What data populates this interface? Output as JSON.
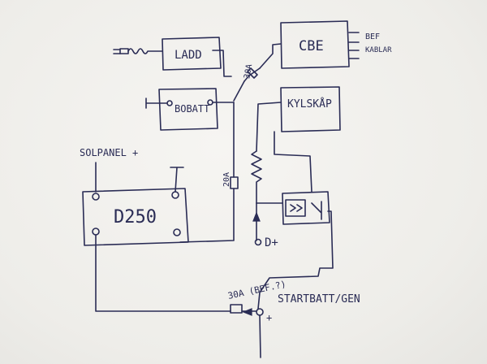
{
  "labels": {
    "ladd": "LADD",
    "cbe": "CBE",
    "bef": "BEF",
    "kablar": "KABLAR",
    "bobatt": "BOBATT",
    "kylskap": "KYLSKÅP",
    "fuse_30a_top": "30A",
    "fuse_20a": "20A",
    "solpanel": "SOLPANEL +",
    "d250": "D250",
    "dplus": "D+",
    "fuse_30a_bottom": "30A (BEF.?)",
    "startbatt": "STARTBATT/GEN",
    "startbatt_plus": "+"
  },
  "colors": {
    "ink": "#2a2c55",
    "paper": "#f1f0ec"
  }
}
